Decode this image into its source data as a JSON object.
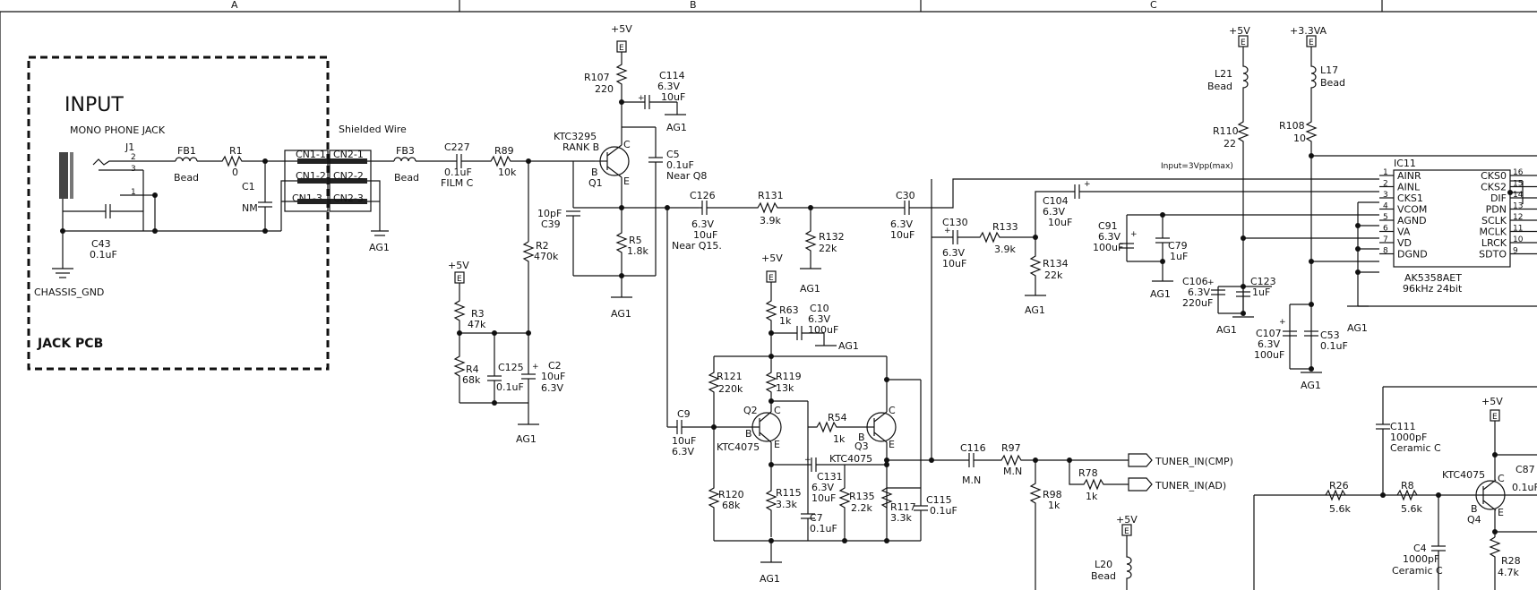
{
  "header": {
    "col_a": "A",
    "col_b": "B",
    "col_c": "C"
  },
  "jack_pcb": {
    "title": "INPUT",
    "subtitle": "MONO PHONE JACK",
    "footer": "JACK PCB",
    "j1": "J1",
    "pin2": "2",
    "pin3": "3",
    "pin1": "1",
    "fb1": "FB1",
    "fb1_val": "Bead",
    "r1": "R1",
    "r1_val": "0",
    "c1": "C1",
    "c1_val": "NM",
    "c43": "C43",
    "c43_val": "0.1uF",
    "chassis": "CHASSIS_GND",
    "cn1_1": "CN1-1",
    "cn1_2": "CN1-2",
    "cn1_3": "CN1-3",
    "cn2_1": "CN2-1",
    "cn2_2": "CN2-2",
    "cn2_3": "CN2-3",
    "shielded": "Shielded Wire"
  },
  "parts": {
    "fb3": "FB3",
    "fb3_val": "Bead",
    "c227": "C227",
    "c227_val": "0.1uF",
    "c227_type": "FILM C",
    "r89": "R89",
    "r89_val": "10k",
    "plus5v": "+5V",
    "e": "E",
    "r107": "R107",
    "r107_val": "220",
    "c114": "C114",
    "c114_v": "6.3V",
    "c114_val": "10uF",
    "ag1": "AG1",
    "q1_part": "KTC3295",
    "q1_rank": "RANK B",
    "b": "B",
    "c": "C",
    "q1": "Q1",
    "c5": "C5",
    "c5_val": "0.1uF",
    "c5_note": "Near Q8",
    "c39_val": "10pF",
    "c39": "C39",
    "r5": "R5",
    "r5_val": "1.8k",
    "c126": "C126",
    "c126_v": "6.3V",
    "c126_val": "10uF",
    "c126_note": "Near Q15.",
    "r131": "R131",
    "r131_val": "3.9k",
    "r132": "R132",
    "r132_val": "22k",
    "c30": "C30",
    "c30_v": "6.3V",
    "c30_val": "10uF",
    "r2": "R2",
    "r2_val": "470k",
    "r3": "R3",
    "r3_val": "47k",
    "r4": "R4",
    "r4_val": "68k",
    "c125": "C125",
    "c125_val": "0.1uF",
    "c2": "C2",
    "c2_val": "10uF",
    "c2_v": "6.3V",
    "plus": "+",
    "r63": "R63",
    "r63_val": "1k",
    "c10": "C10",
    "c10_v": "6.3V",
    "c10_val": "100uF",
    "r121": "R121",
    "r121_val": "220k",
    "r119": "R119",
    "r119_val": "13k",
    "r54": "R54",
    "r54_val": "1k",
    "q2": "Q2",
    "q3": "Q3",
    "ktc4075": "KTC4075",
    "c9": "C9",
    "c9_val": "10uF",
    "c9_v": "6.3V",
    "c131": "C131",
    "c131_v": "6.3V",
    "c131_val": "10uF",
    "r120": "R120",
    "r120_val": "68k",
    "r115": "R115",
    "r115_val": "3.3k",
    "c7": "C7",
    "c7_val": "0.1uF",
    "r135": "R135",
    "r135_val": "2.2k",
    "r117": "R117",
    "r117_val": "3.3k",
    "c115": "C115",
    "c115_val": "0.1uF",
    "c116": "C116",
    "c116_val": "M.N",
    "r97": "R97",
    "r97_val": "M.N",
    "r98": "R98",
    "r98_val": "1k",
    "r78": "R78",
    "r78_val": "1k",
    "tuner_cmp": "TUNER_IN(CMP)",
    "tuner_ad": "TUNER_IN(AD)",
    "l20": "L20",
    "l20_val": "Bead",
    "c130": "C130",
    "c130_v": "6.3V",
    "c130_val": "10uF",
    "r133": "R133",
    "r133_val": "3.9k",
    "r134": "R134",
    "r134_val": "22k",
    "c104": "C104",
    "c104_v": "6.3V",
    "c104_val": "10uF",
    "l21": "L21",
    "l21_val": "Bead",
    "plus33va": "+3.3VA",
    "l17": "L17",
    "l17_val": "Bead",
    "r110": "R110",
    "r110_val": "22",
    "r108": "R108",
    "r108_val": "10",
    "input_note": "Input=3Vpp(max)",
    "c91": "C91",
    "c91_v": "6.3V",
    "c91_val": "100uF",
    "c79": "C79",
    "c79_val": "1uF",
    "c106": "C106",
    "c106_v": "6.3V",
    "c106_val": "220uF",
    "c123": "C123",
    "c123_val": "1uF",
    "c107": "C107",
    "c107_v": "6.3V",
    "c107_val": "100uF",
    "c53": "C53",
    "c53_val": "0.1uF",
    "c111": "C111",
    "c111_val": "1000pF",
    "c111_type": "Ceramic C",
    "r26": "R26",
    "r26_val": "5.6k",
    "r8": "R8",
    "r8_val": "5.6k",
    "q4": "Q4",
    "c4": "C4",
    "c4_val": "1000pF",
    "c4_type": "Ceramic C",
    "r28": "R28",
    "r28_val": "4.7k",
    "c87": "C87",
    "c87_val": "0.1uF"
  },
  "ic11": {
    "ref": "IC11",
    "part": "AK5358AET",
    "spec": "96kHz 24bit",
    "left_pins": [
      {
        "num": "1",
        "name": "AINR"
      },
      {
        "num": "2",
        "name": "AINL"
      },
      {
        "num": "3",
        "name": "CKS1"
      },
      {
        "num": "4",
        "name": "VCOM"
      },
      {
        "num": "5",
        "name": "AGND"
      },
      {
        "num": "6",
        "name": "VA"
      },
      {
        "num": "7",
        "name": "VD"
      },
      {
        "num": "8",
        "name": "DGND"
      }
    ],
    "right_pins": [
      {
        "num": "16",
        "name": "CKS0"
      },
      {
        "num": "15",
        "name": "CKS2"
      },
      {
        "num": "14",
        "name": "DIF"
      },
      {
        "num": "13",
        "name": "PDN"
      },
      {
        "num": "12",
        "name": "SCLK"
      },
      {
        "num": "11",
        "name": "MCLK"
      },
      {
        "num": "10",
        "name": "LRCK"
      },
      {
        "num": "9",
        "name": "SDTO"
      }
    ]
  }
}
